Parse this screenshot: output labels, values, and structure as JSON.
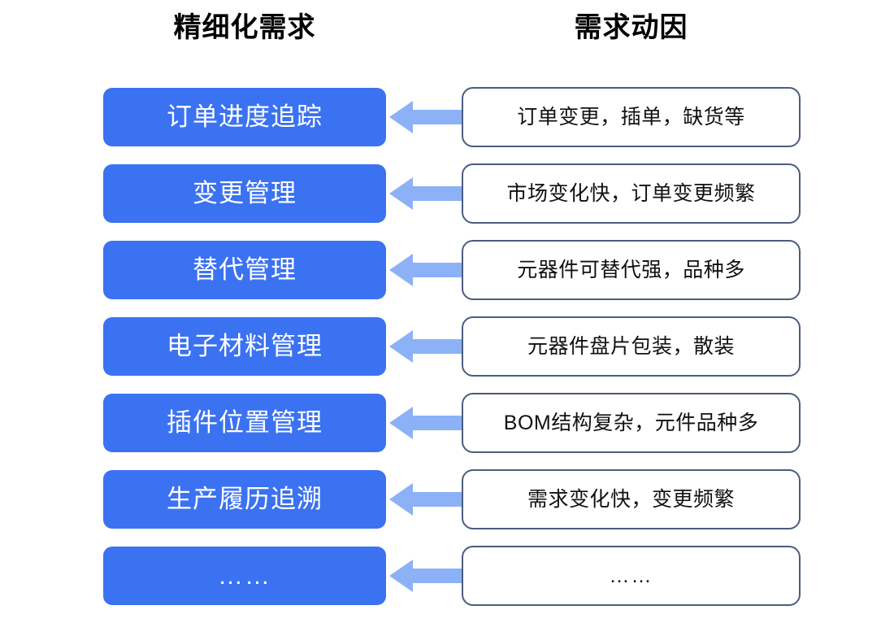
{
  "headers": {
    "left": "精细化需求",
    "right": "需求动因"
  },
  "colors": {
    "need_box_fill": "#3b72f2",
    "need_box_text": "#ffffff",
    "arrow_fill": "#8cb1f7",
    "cause_box_border": "#4b5d7e",
    "cause_box_fill": "#ffffff",
    "cause_box_text": "#111111",
    "header_text": "#000000",
    "background": "#ffffff"
  },
  "rows": [
    {
      "need": "订单进度追踪",
      "cause": "订单变更，插单，缺货等",
      "arrow": "left-arrow-icon"
    },
    {
      "need": "变更管理",
      "cause": "市场变化快，订单变更频繁",
      "arrow": "left-arrow-icon"
    },
    {
      "need": "替代管理",
      "cause": "元器件可替代强，品种多",
      "arrow": "left-arrow-icon"
    },
    {
      "need": "电子材料管理",
      "cause": "元器件盘片包装，散装",
      "arrow": "left-arrow-icon"
    },
    {
      "need": "插件位置管理",
      "cause": "BOM结构复杂，元件品种多",
      "arrow": "left-arrow-icon"
    },
    {
      "need": "生产履历追溯",
      "cause": "需求变化快，变更频繁",
      "arrow": "left-arrow-icon"
    },
    {
      "need": "……",
      "cause": "……",
      "arrow": "left-arrow-icon"
    }
  ]
}
